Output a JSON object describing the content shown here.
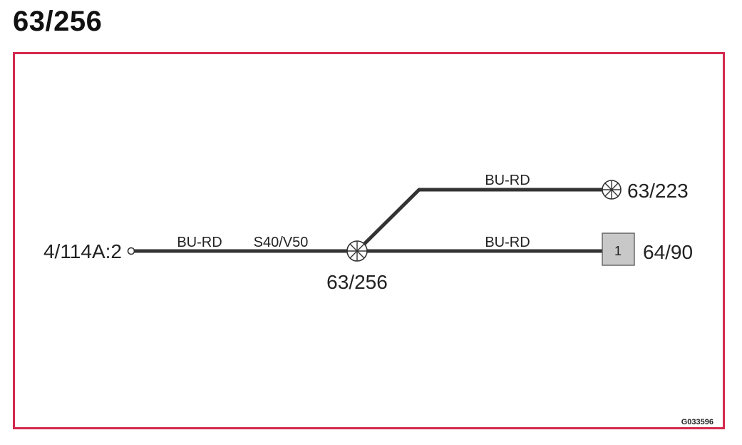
{
  "title": "63/256",
  "colors": {
    "frame": "#d4294e",
    "wire": "#333333",
    "connector_fill": "#c8c8c8"
  },
  "wires": [
    {
      "color_code": "BU-RD",
      "note": "S40/V50",
      "from": "4/114A:2",
      "to": "63/256"
    },
    {
      "color_code": "BU-RD",
      "from": "63/256",
      "to": "63/223"
    },
    {
      "color_code": "BU-RD",
      "from": "63/256",
      "to": "64/90"
    }
  ],
  "terminal": {
    "label": "4/114A:2",
    "icon": "open-circle-terminal"
  },
  "splices": [
    {
      "label": "63/256",
      "icon": "splice-icon"
    },
    {
      "label": "63/223",
      "icon": "splice-icon"
    }
  ],
  "connector": {
    "label": "64/90",
    "pin": "1",
    "icon": "connector-icon"
  },
  "figure_code": "G033596"
}
